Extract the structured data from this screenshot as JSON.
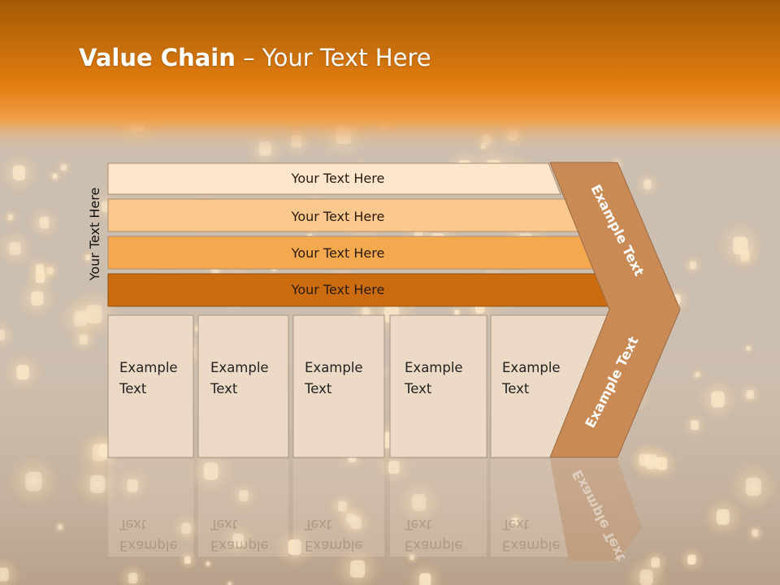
{
  "title": {
    "bold": "Value Chain",
    "rest": " – Your Text Here"
  },
  "side_label": "Your Text Here",
  "bars": [
    {
      "label": "Your Text Here",
      "color": "#fde6cc"
    },
    {
      "label": "Your Text Here",
      "color": "#fbc98e"
    },
    {
      "label": "Your Text Here",
      "color": "#f5a94f"
    },
    {
      "label": "Your Text Here",
      "color": "#cb6c10"
    }
  ],
  "columns": [
    {
      "line1": "Example",
      "line2": "Text"
    },
    {
      "line1": "Example",
      "line2": "Text"
    },
    {
      "line1": "Example",
      "line2": "Text"
    },
    {
      "line1": "Example",
      "line2": "Text"
    },
    {
      "line1": "Example",
      "line2": "Text"
    }
  ],
  "chevron": {
    "upper_label": "Example Text",
    "lower_label": "Example Text",
    "color": "#c98a55"
  },
  "colors": {
    "header": "#e07b10",
    "column_fill": "#ecd9c6"
  }
}
